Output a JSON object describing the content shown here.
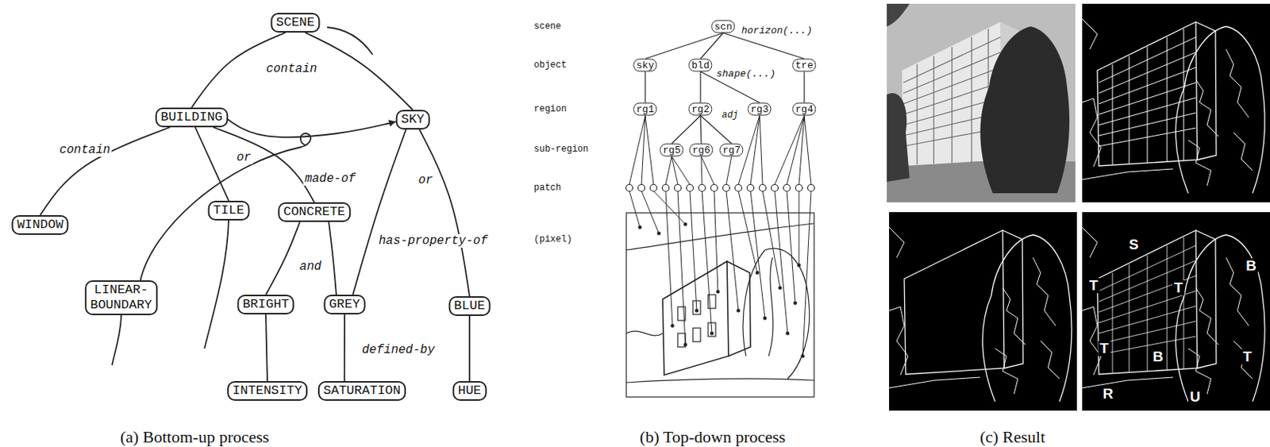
{
  "diagram": {
    "nodes": [
      {
        "text": [
          "SCENE"
        ]
      },
      {
        "text": [
          "BUILDING"
        ]
      },
      {
        "text": [
          "SKY"
        ]
      },
      {
        "text": [
          "WINDOW"
        ]
      },
      {
        "text": [
          "TILE"
        ]
      },
      {
        "text": [
          "CONCRETE"
        ]
      },
      {
        "text": [
          "LINEAR- BOUNDARY"
        ]
      },
      {
        "text": [
          "BRIGHT"
        ]
      },
      {
        "text": [
          "GREY"
        ]
      },
      {
        "text": [
          "BLUE"
        ]
      },
      {
        "text": [
          "INTENSITY"
        ]
      },
      {
        "text": [
          "SATURATION"
        ]
      },
      {
        "text": [
          "HUE"
        ]
      },
      {
        "text": [
          "scn"
        ]
      },
      {
        "text": [
          "sky"
        ]
      },
      {
        "text": [
          "bld"
        ]
      },
      {
        "text": [
          "tre"
        ]
      },
      {
        "text": [
          "rg1"
        ]
      },
      {
        "text": [
          "rg2"
        ]
      },
      {
        "text": [
          "rg3"
        ]
      },
      {
        "text": [
          "rg4"
        ]
      },
      {
        "text": [
          "rg5"
        ]
      },
      {
        "text": [
          "rg6"
        ]
      },
      {
        "text": [
          "rg7"
        ]
      }
    ],
    "edges": [
      {
        "from": 0,
        "to": 1,
        "arrow": "none",
        "label": "contain"
      },
      {
        "from": 0,
        "to": 2,
        "arrow": "none"
      },
      {
        "from": 1,
        "to": 2,
        "arrow": "to"
      },
      {
        "from": 1,
        "to": 3,
        "arrow": "none",
        "label": "contain"
      },
      {
        "from": 1,
        "to": 4,
        "arrow": "none",
        "label": "or"
      },
      {
        "from": 1,
        "to": 5,
        "arrow": "none",
        "label": "made-of"
      },
      {
        "from": 2,
        "to": 8,
        "arrow": "none",
        "label": "or"
      },
      {
        "from": 2,
        "to": 9,
        "arrow": "none",
        "label": "has-property-of"
      },
      {
        "from": 5,
        "to": 7,
        "arrow": "none",
        "label": "and"
      },
      {
        "from": 5,
        "to": 8,
        "arrow": "none"
      },
      {
        "from": 7,
        "to": 10,
        "arrow": "none"
      },
      {
        "from": 8,
        "to": 11,
        "arrow": "none",
        "label": "defined-by"
      },
      {
        "from": 9,
        "to": 12,
        "arrow": "none"
      },
      {
        "from": 13,
        "to": 14,
        "arrow": "none"
      },
      {
        "from": 13,
        "to": 15,
        "arrow": "none"
      },
      {
        "from": 13,
        "to": 16,
        "arrow": "none"
      },
      {
        "from": 14,
        "to": 17,
        "arrow": "none"
      },
      {
        "from": 15,
        "to": 18,
        "arrow": "none"
      },
      {
        "from": 15,
        "to": 19,
        "arrow": "none"
      },
      {
        "from": 16,
        "to": 20,
        "arrow": "none"
      },
      {
        "from": 18,
        "to": 21,
        "arrow": "none"
      },
      {
        "from": 18,
        "to": 22,
        "arrow": "none"
      },
      {
        "from": 18,
        "to": 23,
        "arrow": "none"
      }
    ],
    "labels": [
      "scene",
      "object",
      "region",
      "sub-region",
      "patch",
      "(pixel)",
      "horizon(...)",
      "shape(...)",
      "adj",
      "S",
      "B",
      "T",
      "T",
      "T",
      "B",
      "T",
      "R",
      "U",
      "(a) Bottom-up process",
      "(b) Top-down process",
      "(c) Result"
    ]
  }
}
